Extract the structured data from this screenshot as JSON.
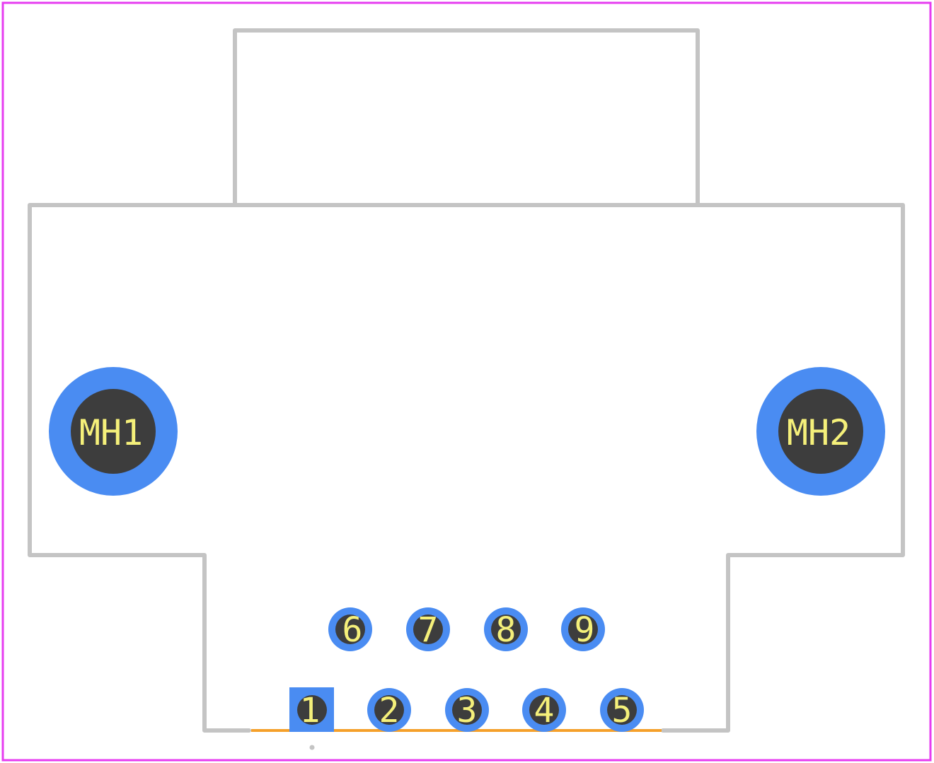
{
  "colors": {
    "background": "#ffffff",
    "courtyard": "#e63cf0",
    "silkscreen": "#c4c4c4",
    "pad_copper": "#4a8cf2",
    "pad_hole": "#3d3d3d",
    "pad_text": "#f5f07a",
    "fab_line": "#f5a02a"
  },
  "mounting_holes": [
    {
      "id": "mh1",
      "label": "MH1"
    },
    {
      "id": "mh2",
      "label": "MH2"
    }
  ],
  "pins_top_row": [
    {
      "id": "pin6",
      "label": "6"
    },
    {
      "id": "pin7",
      "label": "7"
    },
    {
      "id": "pin8",
      "label": "8"
    },
    {
      "id": "pin9",
      "label": "9"
    }
  ],
  "pins_bottom_row": [
    {
      "id": "pin1",
      "label": "1",
      "shape": "square"
    },
    {
      "id": "pin2",
      "label": "2",
      "shape": "round"
    },
    {
      "id": "pin3",
      "label": "3",
      "shape": "round"
    },
    {
      "id": "pin4",
      "label": "4",
      "shape": "round"
    },
    {
      "id": "pin5",
      "label": "5",
      "shape": "round"
    }
  ]
}
